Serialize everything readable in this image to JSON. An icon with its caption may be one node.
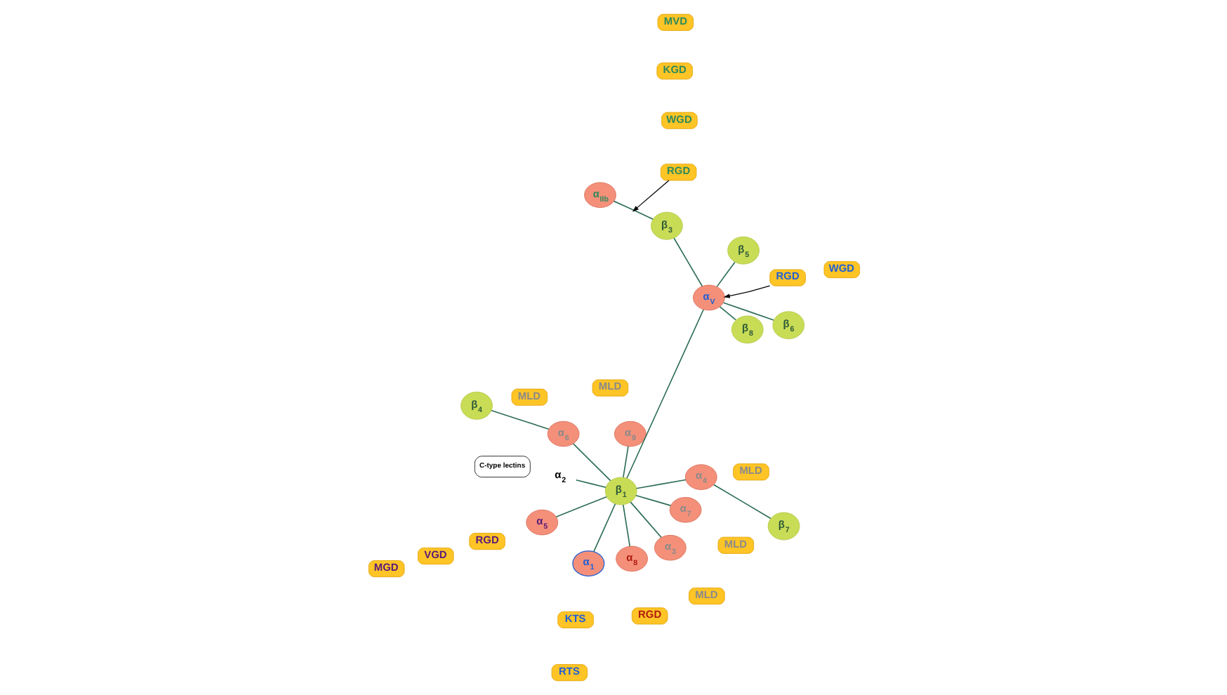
{
  "diagram": {
    "nodes": [
      {
        "text": [
          "RTS"
        ]
      },
      {
        "text": [
          "KTS"
        ]
      },
      {
        "text": [
          "α$_{1}$"
        ]
      },
      {
        "text": [
          "MLD"
        ]
      },
      {
        "text": [
          "α$_{9}$"
        ]
      },
      {
        "text": [
          "C-type lectins"
        ]
      },
      {
        "text": [
          "RGD"
        ]
      },
      {
        "text": [
          "α$_{8}$"
        ]
      },
      {
        "text": [
          "α$_{2}$"
        ]
      },
      {
        "text": [
          "MLD"
        ]
      },
      {
        "text": [
          "α$_{3}$"
        ]
      },
      {
        "text": [
          "β$_{1}$"
        ]
      },
      {
        "text": [
          "MLD"
        ]
      },
      {
        "text": [
          "α$_{4}$"
        ]
      },
      {
        "text": [
          "α$_{7}$"
        ]
      },
      {
        "text": [
          "MLD"
        ]
      },
      {
        "text": [
          "α$_{5}$"
        ]
      },
      {
        "text": [
          "α$_{6}$"
        ]
      },
      {
        "text": [
          "MLD"
        ]
      },
      {
        "text": [
          "β$_{7}$"
        ]
      },
      {
        "text": [
          "RGD"
        ]
      },
      {
        "text": [
          "VGD"
        ]
      },
      {
        "text": [
          "MGD"
        ]
      },
      {
        "text": [
          "β$_{4}$"
        ]
      },
      {
        "text": [
          "β$_{5}$"
        ]
      },
      {
        "text": [
          "β$_{6}$"
        ]
      },
      {
        "text": [
          "α$_{V}$"
        ]
      },
      {
        "text": [
          "β$_{3}$"
        ]
      },
      {
        "text": [
          "α$_{IIb}$"
        ]
      },
      {
        "text": [
          "RGD"
        ]
      },
      {
        "text": [
          "WGD"
        ]
      },
      {
        "text": [
          "β$_{8}$"
        ]
      },
      {
        "text": [
          "RGD"
        ]
      },
      {
        "text": [
          "WGD"
        ]
      },
      {
        "text": [
          "KGD"
        ]
      },
      {
        "text": [
          "MVD"
        ]
      }
    ],
    "edges": [
      {
        "from": 11,
        "to": 2,
        "arrow": "none"
      },
      {
        "from": 11,
        "to": 4,
        "arrow": "none"
      },
      {
        "from": 11,
        "to": 7,
        "arrow": "none"
      },
      {
        "from": 11,
        "to": 8,
        "arrow": "none"
      },
      {
        "from": 11,
        "to": 10,
        "arrow": "none"
      },
      {
        "from": 11,
        "to": 13,
        "arrow": "none"
      },
      {
        "from": 11,
        "to": 16,
        "arrow": "none"
      },
      {
        "from": 11,
        "to": 17,
        "arrow": "none"
      },
      {
        "from": 11,
        "to": 14,
        "arrow": "none"
      },
      {
        "from": 13,
        "to": 19,
        "arrow": "none"
      },
      {
        "from": 17,
        "to": 23,
        "arrow": "none"
      },
      {
        "from": 11,
        "to": 26,
        "arrow": "none"
      },
      {
        "from": 26,
        "to": 24,
        "arrow": "none"
      },
      {
        "from": 26,
        "to": 25,
        "arrow": "none"
      },
      {
        "from": 26,
        "to": 27,
        "arrow": "none"
      },
      {
        "from": 26,
        "to": 31,
        "arrow": "none"
      },
      {
        "from": 27,
        "to": 28,
        "arrow": "none"
      },
      {
        "from": 29,
        "to": 26,
        "arrow": "to",
        "color": "#000000"
      },
      {
        "from": 32,
        "to": null,
        "arrow": "to",
        "color": "#000000"
      }
    ]
  }
}
